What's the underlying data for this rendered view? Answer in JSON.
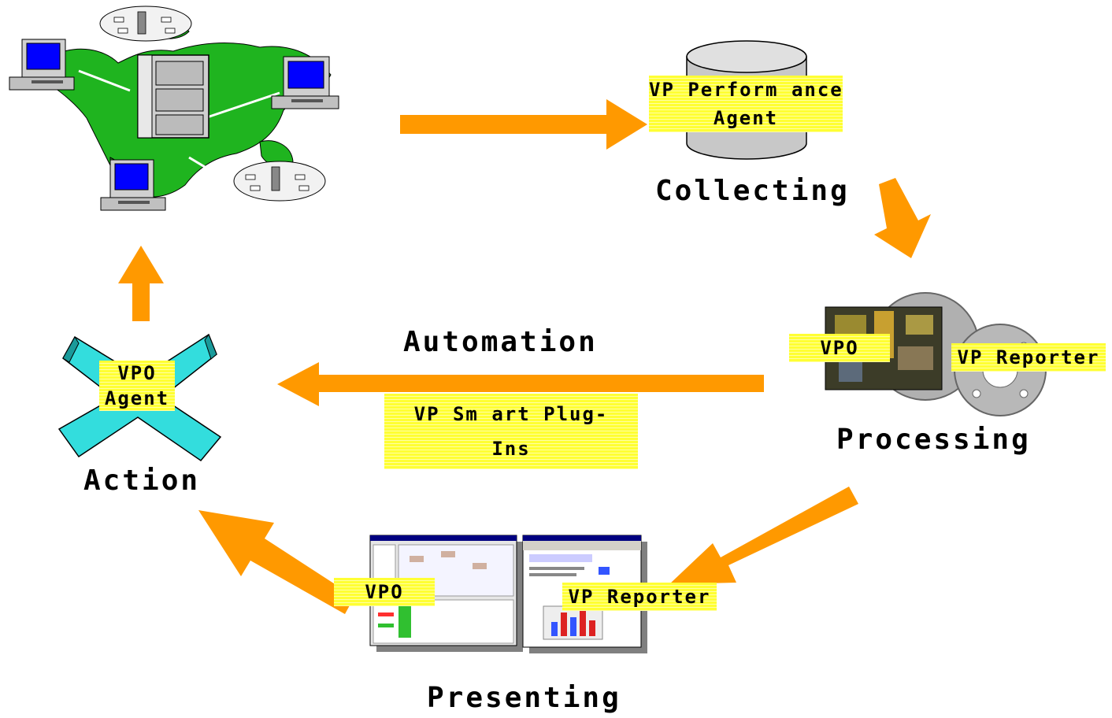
{
  "stages": {
    "collecting": "Collecting",
    "processing": "Processing",
    "presenting": "Presenting",
    "action": "Action",
    "automation": "Automation"
  },
  "tags": {
    "performance_agent_line1": "VP Perform ance",
    "performance_agent_line2": "Agent",
    "processing_vpo": "VPO",
    "processing_reporter": "VP Reporter",
    "presenting_vpo": "VPO",
    "presenting_reporter": "VP Reporter",
    "action_line1": "VPO",
    "action_line2": "Agent",
    "smartplugins_line1": "VP Sm art Plug-",
    "smartplugins_line2": "Ins"
  },
  "colors": {
    "arrow": "#ff9900",
    "tag_bg": "#ffff33",
    "land": "#1fb41f",
    "cross": "#33dddd",
    "screen": "#0000ff"
  }
}
